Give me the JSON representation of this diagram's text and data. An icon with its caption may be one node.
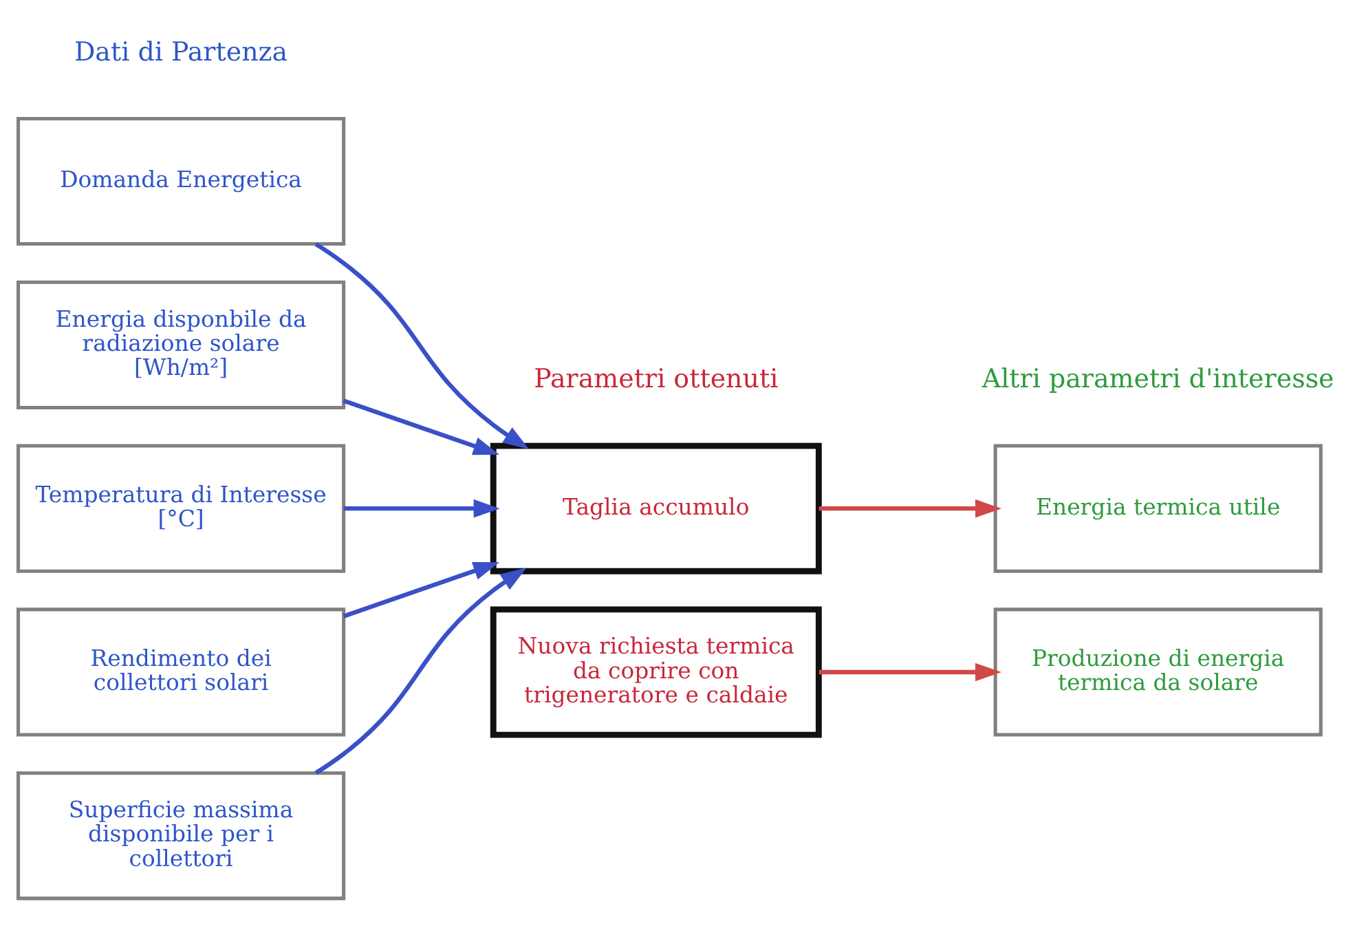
{
  "diagram": {
    "nodes": [
      {
        "text": [
          "Domanda Energetica"
        ]
      },
      {
        "text": [
          "Energia disponbile da radiazione solare [Wh/m²]"
        ]
      },
      {
        "text": [
          "Temperatura di Interesse [°C]"
        ]
      },
      {
        "text": [
          "Rendimento dei collettori solari"
        ]
      },
      {
        "text": [
          "Superficie massima disponibile per i collettori"
        ]
      },
      {
        "text": [
          "Taglia accumulo"
        ]
      },
      {
        "text": [
          "Nuova richiesta termica da coprire con trigeneratore e caldaie"
        ]
      },
      {
        "text": [
          "Energia termica utile"
        ]
      },
      {
        "text": [
          "Produzione di energia termica da solare"
        ]
      }
    ],
    "edges": [
      {
        "from": 0,
        "to": 5,
        "arrow": "to"
      },
      {
        "from": 1,
        "to": 5,
        "arrow": "to"
      },
      {
        "from": 2,
        "to": 5,
        "arrow": "to"
      },
      {
        "from": 3,
        "to": 5,
        "arrow": "to"
      },
      {
        "from": 4,
        "to": 5,
        "arrow": "to"
      },
      {
        "from": 5,
        "to": 7,
        "arrow": "to",
        "color": "#d04848"
      },
      {
        "from": 6,
        "to": 8,
        "arrow": "to",
        "color": "#d04848"
      }
    ],
    "labels": [
      "Dati di Partenza",
      "Parametri ottenuti",
      "Altri parametri d'interesse"
    ]
  }
}
